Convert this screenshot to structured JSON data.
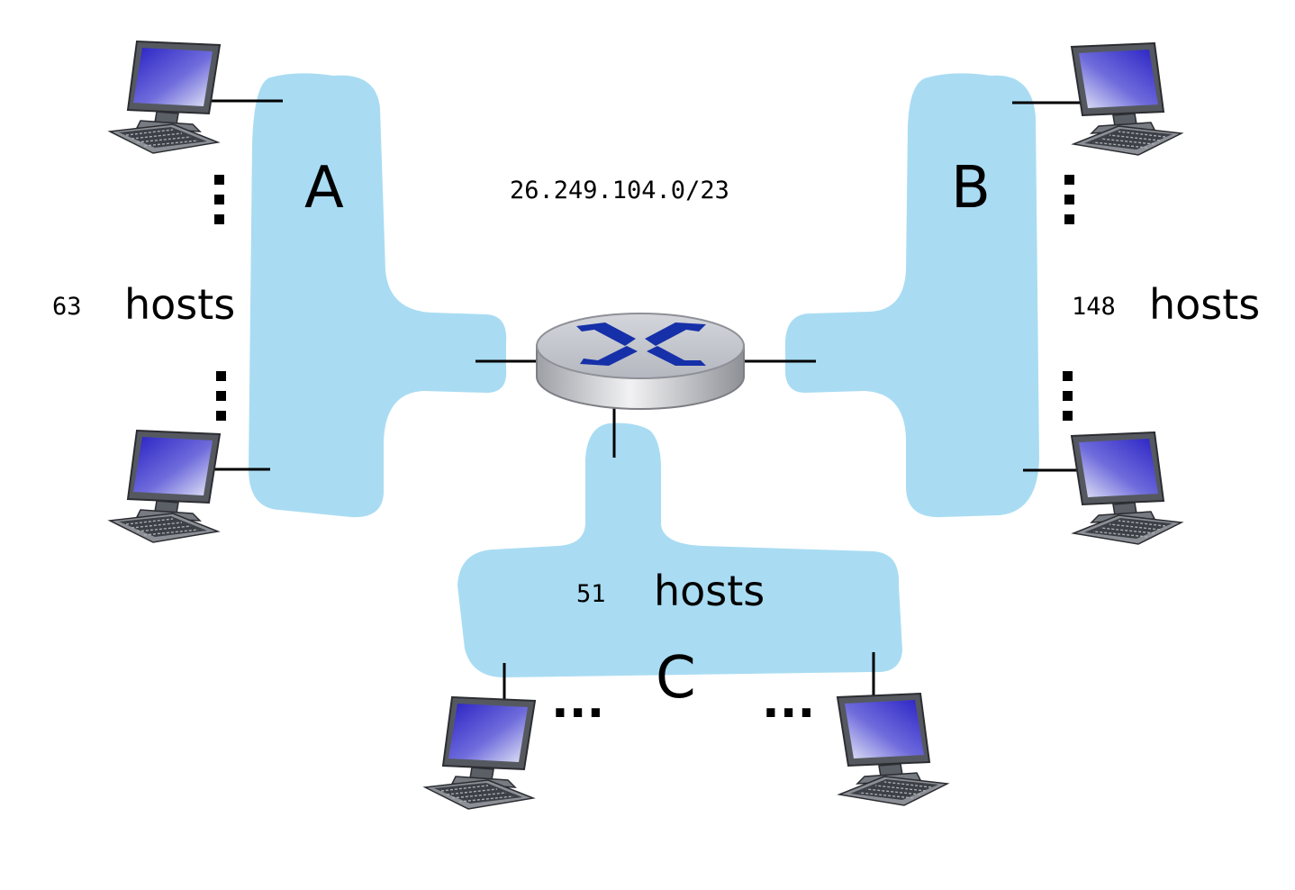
{
  "network": {
    "prefix": "26.249.104.0/23"
  },
  "subnets": {
    "a": {
      "letter": "A",
      "count": "63",
      "hosts_label": "hosts"
    },
    "b": {
      "letter": "B",
      "count": "148",
      "hosts_label": "hosts"
    },
    "c": {
      "letter": "C",
      "count": "51",
      "hosts_label": "hosts"
    }
  },
  "ellipsis": "...",
  "colors": {
    "subnet_fill": "#a9dcf3",
    "router_arrows": "#1530a8",
    "screen": "#3a36c9"
  },
  "icons": [
    "router-icon",
    "computer-icon"
  ]
}
